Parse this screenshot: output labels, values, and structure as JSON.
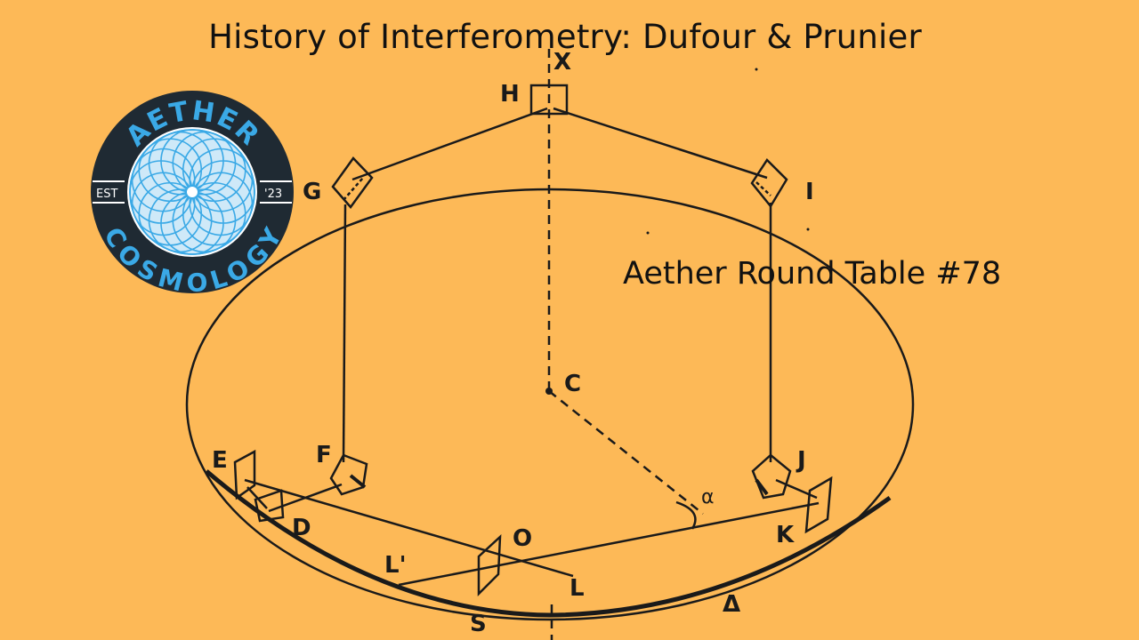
{
  "title": "History of Interferometry: Dufour & Prunier",
  "subtitle": "Aether Round Table #78",
  "logo": {
    "top_text": "AETHER",
    "bottom_text": "COSMOLOGY",
    "left_text": "EST",
    "right_text": "'23"
  },
  "diagram": {
    "labels": {
      "X": "X",
      "H": "H",
      "G": "G",
      "I": "I",
      "C": "C",
      "E": "E",
      "F": "F",
      "J": "J",
      "D": "D",
      "K": "K",
      "O": "O",
      "L_prime": "L'",
      "L": "L",
      "S": "S",
      "alpha": "α",
      "delta": "Δ"
    }
  },
  "colors": {
    "background": "#FDB957",
    "ink": "#1a1a1a",
    "logo_ring": "#1f2a33",
    "logo_blue": "#3aa9e6"
  }
}
